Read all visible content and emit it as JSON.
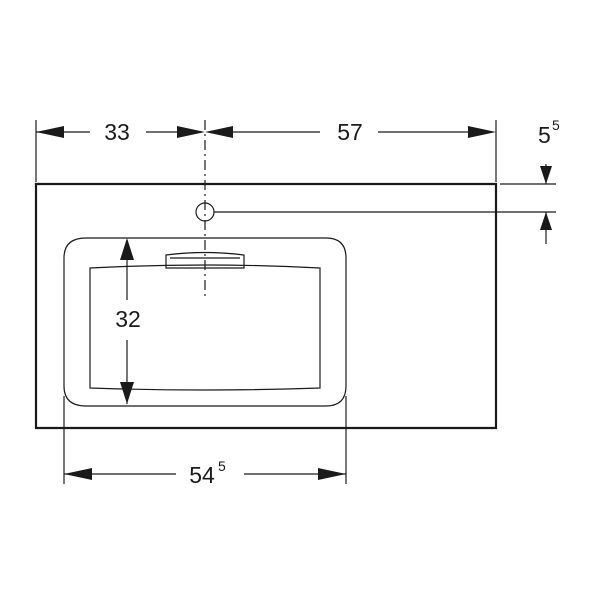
{
  "dimensions": {
    "tap_offset": {
      "value": "33"
    },
    "right_width": {
      "value": "57"
    },
    "tap_depth": {
      "value": "5",
      "sup": "5"
    },
    "bowl_depth": {
      "value": "32"
    },
    "bowl_width": {
      "value": "54",
      "sup": "5"
    }
  },
  "colors": {
    "line": "#1a1a1a",
    "background": "#ffffff"
  }
}
